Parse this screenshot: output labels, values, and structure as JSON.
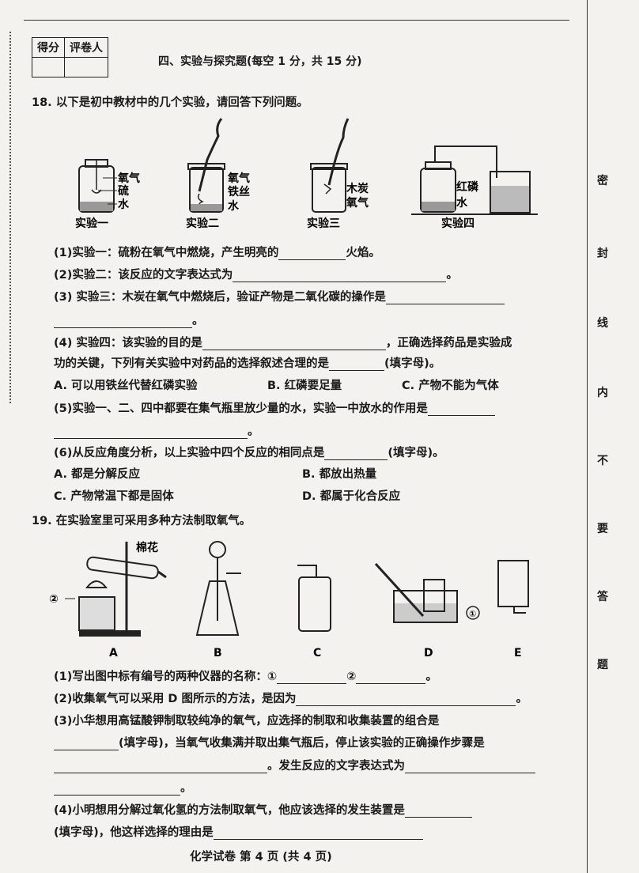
{
  "score_table": {
    "col1": "得分",
    "col2": "评卷人"
  },
  "section_title": "四、实验与探究题(每空 1 分，共 15 分)",
  "q18": {
    "stem": "18. 以下是初中教材中的几个实验，请回答下列问题。",
    "figures": [
      {
        "caption": "实验一",
        "labels": [
          "氧气",
          "硫",
          "水"
        ]
      },
      {
        "caption": "实验二",
        "labels": [
          "氧气",
          "铁丝",
          "水"
        ]
      },
      {
        "caption": "实验三",
        "labels": [
          "木炭",
          "氧气"
        ]
      },
      {
        "caption": "实验四",
        "labels": [
          "红磷",
          "水"
        ]
      }
    ],
    "p1a": "(1)实验一：硫粉在氧气中燃烧，产生明亮的",
    "p1b": "火焰。",
    "p2": "(2)实验二：该反应的文字表达式为",
    "p2end": "。",
    "p3": "(3) 实验三：木炭在氧气中燃烧后，验证产物是二氧化碳的操作是",
    "p3end": "。",
    "p4a": "(4) 实验四：该实验的目的是",
    "p4b": "，正确选择药品是实验成",
    "p4c": "功的关键，下列有关实验中对药品的选择叙述合理的是",
    "p4d": "(填字母)。",
    "optA": "A. 可以用铁丝代替红磷实验",
    "optB": "B. 红磷要足量",
    "optC": "C. 产物不能为气体",
    "p5": "(5)实验一、二、四中都要在集气瓶里放少量的水，实验一中放水的作用是",
    "p5end": "。",
    "p6a": "(6)从反应角度分析，以上实验中四个反应的相同点是",
    "p6b": "(填字母)。",
    "opt6A": "A. 都是分解反应",
    "opt6B": "B. 都放出热量",
    "opt6C": "C. 产物常温下都是固体",
    "opt6D": "D. 都属于化合反应"
  },
  "q19": {
    "stem": "19. 在实验室里可采用多种方法制取氧气。",
    "cotton": "棉花",
    "mark1": "①",
    "mark2": "②",
    "captions": [
      "A",
      "B",
      "C",
      "D",
      "E"
    ],
    "p1a": "(1)写出图中标有编号的两种仪器的名称：①",
    "p1b": "②",
    "p1end": "。",
    "p2": "(2)收集氧气可以采用 D 图所示的方法，是因为",
    "p2end": "。",
    "p3a": "(3)小华想用高锰酸钾制取较纯净的氧气，应选择的制取和收集装置的组合是",
    "p3b": "(填字母)，当氧气收集满并取出集气瓶后，停止该实验的正确操作步骤是",
    "p3c": "。发生反应的文字表达式为",
    "p3end": "。",
    "p4a": "(4)小明想用分解过氧化氢的方法制取氧气，他应该选择的发生装置是",
    "p4b": "(填字母)，他这样选择的理由是"
  },
  "seal_chars": [
    "密",
    "封",
    "线",
    "内",
    "不",
    "要",
    "答",
    "题"
  ],
  "footer": "化学试卷  第 4 页  (共 4 页)"
}
